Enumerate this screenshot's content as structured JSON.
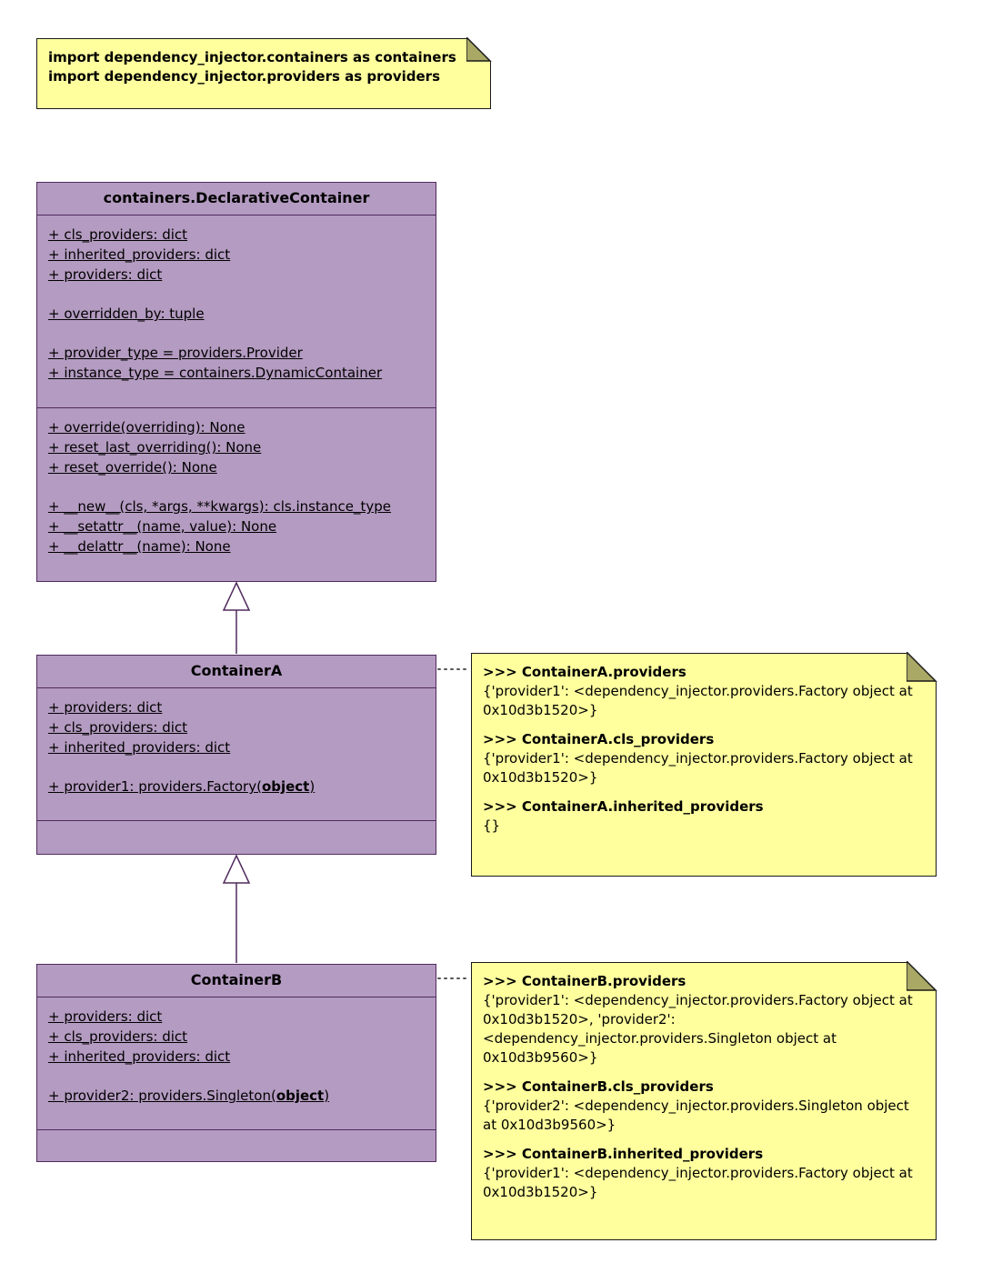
{
  "colors": {
    "class_fill": "#b49bc1",
    "class_border": "#502a5e",
    "note_fill": "#ffff9e",
    "note_border": "#1a1a1a",
    "note_fold": "#a9a965",
    "connector": "#555555",
    "text": "#000000",
    "background": "#ffffff"
  },
  "diagram": {
    "import_note": {
      "lines": [
        "import dependency_injector.containers as containers",
        "import dependency_injector.providers as providers"
      ]
    },
    "classes": [
      {
        "name": "containers.DeclarativeContainer",
        "attribute_groups": [
          [
            "+ cls_providers: dict",
            "+ inherited_providers: dict",
            "+ providers: dict"
          ],
          [
            "+ overridden_by: tuple"
          ],
          [
            "+ provider_type = providers.Provider",
            "+ instance_type = containers.DynamicContainer"
          ]
        ],
        "method_groups": [
          [
            "+ override(overriding): None",
            "+ reset_last_overriding(): None",
            "+ reset_override(): None"
          ],
          [
            "+ __new__(cls, *args, **kwargs): cls.instance_type",
            "+ __setattr__(name, value): None",
            "+ __delattr__(name): None"
          ]
        ]
      },
      {
        "name": "ContainerA",
        "attribute_groups": [
          [
            "+ providers: dict",
            "+ cls_providers: dict",
            "+ inherited_providers: dict"
          ],
          [
            {
              "parts": [
                {
                  "t": "+ provider1: providers.Factory("
                },
                {
                  "t": "object",
                  "bold": true
                },
                {
                  "t": ")"
                }
              ]
            }
          ]
        ],
        "method_groups": []
      },
      {
        "name": "ContainerB",
        "attribute_groups": [
          [
            "+ providers: dict",
            "+ cls_providers: dict",
            "+ inherited_providers: dict"
          ],
          [
            {
              "parts": [
                {
                  "t": "+ provider2: providers.Singleton("
                },
                {
                  "t": "object",
                  "bold": true
                },
                {
                  "t": ")"
                }
              ]
            }
          ]
        ],
        "method_groups": []
      }
    ],
    "notes": [
      {
        "target": "ContainerA",
        "lines": [
          {
            "bold": true,
            "text": ">>> ContainerA.providers"
          },
          {
            "bold": false,
            "text": "{'provider1': <dependency_injector.providers.Factory object at 0x10d3b1520>}"
          },
          "",
          {
            "bold": true,
            "text": ">>> ContainerA.cls_providers"
          },
          {
            "bold": false,
            "text": "{'provider1': <dependency_injector.providers.Factory object at 0x10d3b1520>}"
          },
          "",
          {
            "bold": true,
            "text": ">>> ContainerA.inherited_providers"
          },
          {
            "bold": false,
            "text": "{}"
          }
        ]
      },
      {
        "target": "ContainerB",
        "lines": [
          {
            "bold": true,
            "text": ">>> ContainerB.providers"
          },
          {
            "bold": false,
            "text": "{'provider1': <dependency_injector.providers.Factory object at 0x10d3b1520>, 'provider2': <dependency_injector.providers.Singleton object at 0x10d3b9560>}"
          },
          "",
          {
            "bold": true,
            "text": ">>> ContainerB.cls_providers"
          },
          {
            "bold": false,
            "text": "{'provider2': <dependency_injector.providers.Singleton object at 0x10d3b9560>}"
          },
          "",
          {
            "bold": true,
            "text": ">>> ContainerB.inherited_providers"
          },
          {
            "bold": false,
            "text": "{'provider1': <dependency_injector.providers.Factory object at 0x10d3b1520>}"
          }
        ]
      }
    ]
  }
}
